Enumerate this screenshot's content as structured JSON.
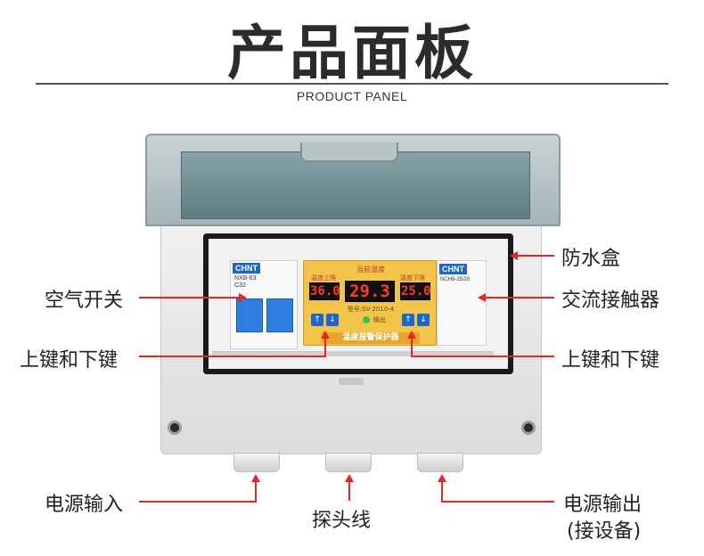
{
  "header": {
    "title": "产品面板",
    "subtitle": "PRODUCT PANEL"
  },
  "device": {
    "breaker": {
      "brand": "CHNT",
      "model_line1": "NXB-63",
      "model_line2": "C32"
    },
    "controller": {
      "top_label": "当前温度",
      "upper_label": "温度上限",
      "lower_label": "温度下限",
      "upper_value": "36.0",
      "current_value": "29.3",
      "lower_value": "25.0",
      "model": "型号:SV-2010-4",
      "output_label": "输出",
      "bottom_label": "温度报警保护器"
    },
    "contactor": {
      "brand": "CHNT",
      "model": "NCH8-25/20"
    }
  },
  "labels": {
    "waterproof_box": "防水盒",
    "air_switch": "空气开关",
    "ac_contactor": "交流接触器",
    "keys_left": "上键和下键",
    "keys_right": "上键和下键",
    "power_input": "电源输入",
    "probe_wire": "探头线",
    "power_output_line1": "电源输出",
    "power_output_line2": "(接设备)"
  },
  "colors": {
    "annotation_line": "#e62626",
    "controller_face": "#f3c44a",
    "breaker_toggle": "#2e7de0"
  }
}
